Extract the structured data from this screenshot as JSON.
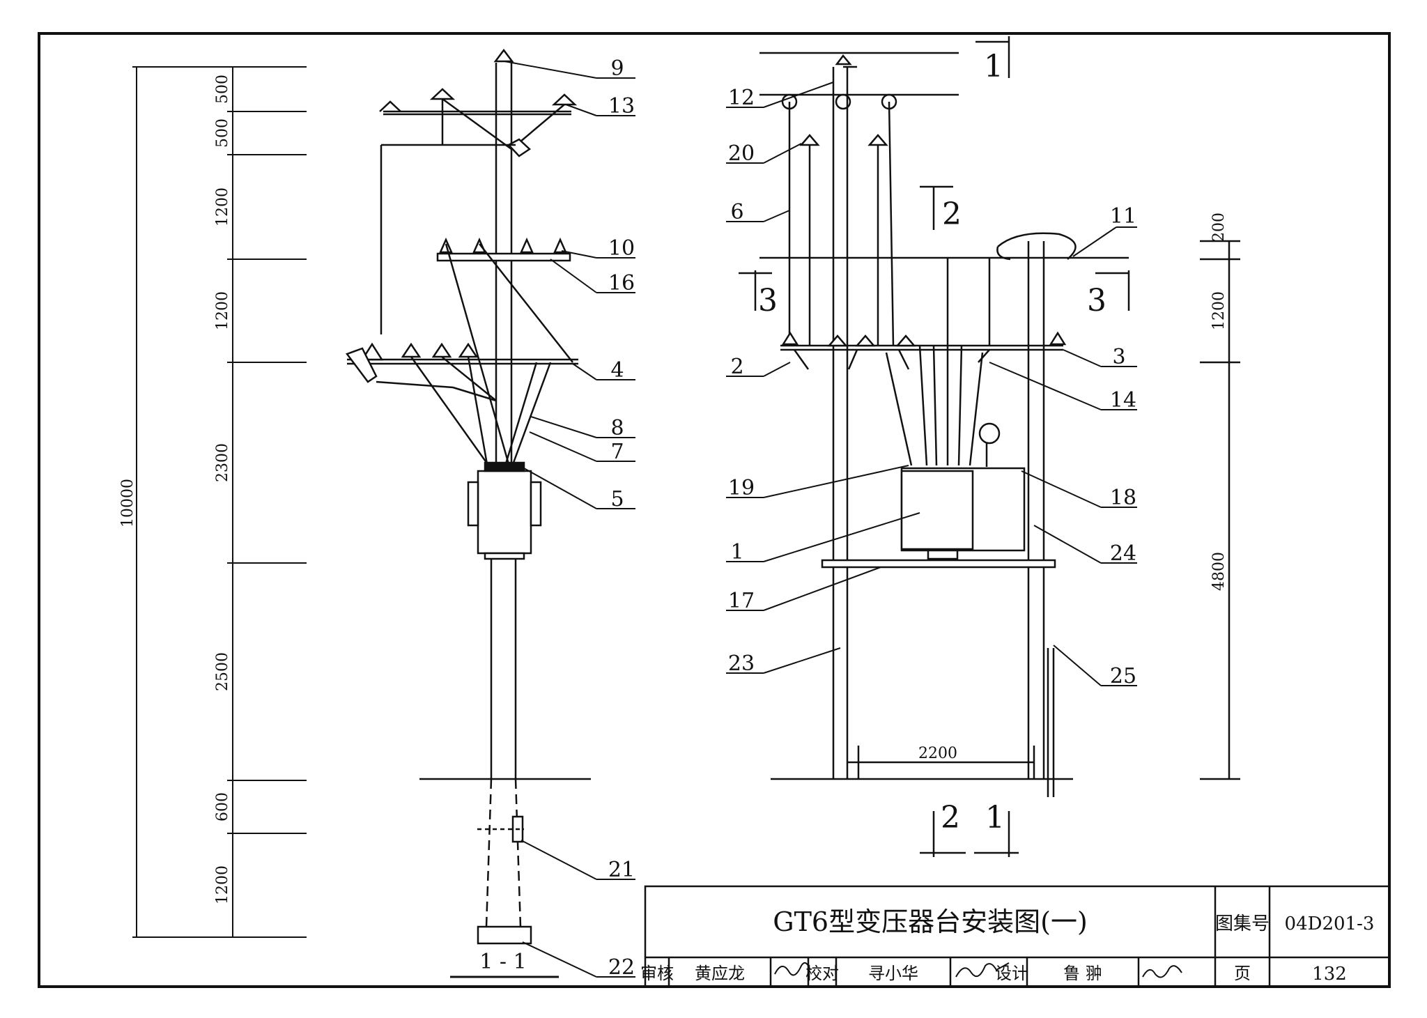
{
  "title_block": {
    "drawing_title": "GT6型变压器台安装图(一)",
    "atlas_no_label": "图集号",
    "atlas_no": "04D201-3",
    "page_label": "页",
    "page_no": "132",
    "review_label": "审核",
    "reviewer": "黄应龙",
    "check_label": "校对",
    "checker": "寻小华",
    "design_label": "设计",
    "designer": "鲁 翀"
  },
  "left_view": {
    "total_height": "10000",
    "dims": [
      "500",
      "500",
      "1200",
      "1200",
      "2300",
      "2500",
      "600",
      "1200"
    ],
    "section_label": "1 - 1",
    "callouts": [
      "9",
      "13",
      "10",
      "16",
      "4",
      "8",
      "7",
      "5",
      "21",
      "22"
    ]
  },
  "right_view": {
    "callouts": [
      "12",
      "20",
      "6",
      "2",
      "19",
      "1",
      "17",
      "23",
      "11",
      "3",
      "14",
      "18",
      "24",
      "25"
    ],
    "dims": [
      "200",
      "1200",
      "4800"
    ],
    "span": "2200",
    "section_marks": [
      "1",
      "2",
      "3",
      "3",
      "2",
      "1"
    ]
  }
}
